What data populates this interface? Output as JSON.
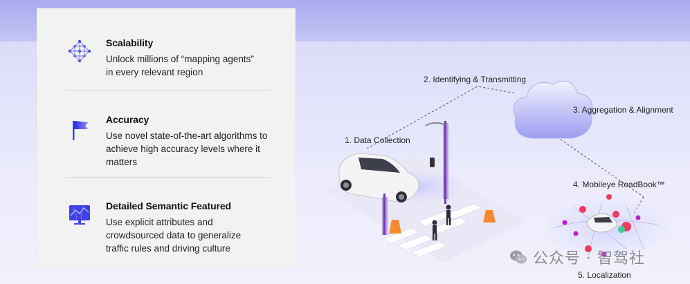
{
  "features": [
    {
      "title": "Scalability",
      "description_lines": [
        "Unlock millions of “mapping agents”",
        "in every relevant region"
      ],
      "icon": "network-nodes-icon"
    },
    {
      "title": "Accuracy",
      "description_lines": [
        "Use novel state-of-the-art algorithms to",
        "achieve high accuracy levels where it",
        "matters"
      ],
      "icon": "flag-icon"
    },
    {
      "title": "Detailed Semantic Featured",
      "description_lines": [
        "Use explicit attributes and",
        "crowdsourced data to generalize",
        "traffic rules and driving culture"
      ],
      "icon": "map-screen-icon"
    }
  ],
  "diagram": {
    "step1": "1. Data Collection",
    "step2": "2. Identifying & Transmitting",
    "step3": "3. Aggregation & Alignment",
    "step4": "4. Mobileye RoadBook™",
    "step5": "5. Localization"
  },
  "watermark": {
    "text": "公众号 · 智驾社",
    "icon": "wechat-icon"
  },
  "colors": {
    "accent": "#4d4ff5",
    "panel_bg": "#f2f2f2",
    "header_band": "#b4b4f2",
    "scene_bg": "#e4e4fb",
    "marker_red": "#ee3b5b",
    "marker_magenta": "#c21fc9",
    "marker_green": "#3ccf9a"
  }
}
